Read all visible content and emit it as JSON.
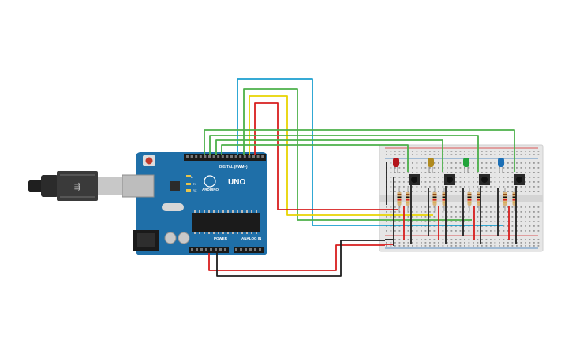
{
  "board": {
    "brand": "ARDUINO",
    "model": "UNO",
    "digital_header_label": "DIGITAL (PWM~)",
    "power_label": "POWER",
    "analog_label": "ANALOG IN",
    "tx_label": "TX",
    "rx_label": "RX",
    "l_label": "L",
    "color": "#1f6fa8"
  },
  "usb_cable": {
    "color": "#2b2b2b"
  },
  "breadboard": {
    "color": "#e6e6e6",
    "rail_red": "#d62828",
    "rail_blue": "#2a6fb7"
  },
  "leds": [
    {
      "color": "#b3141a",
      "name": "red"
    },
    {
      "color": "#b08a1e",
      "name": "yellow"
    },
    {
      "color": "#22a33a",
      "name": "green"
    },
    {
      "color": "#1c6fb5",
      "name": "blue"
    }
  ],
  "wire_colors": {
    "cyan": "#1a9fcf",
    "green": "#4cb04a",
    "yellow": "#e8d400",
    "red": "#d81e1e",
    "black": "#1e1e1e"
  }
}
